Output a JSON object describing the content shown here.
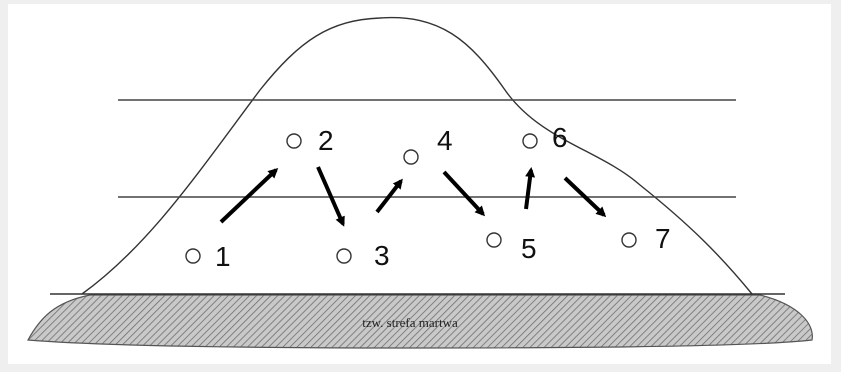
{
  "diagram": {
    "dead_zone_label": "tzw. strefa martwa",
    "points": [
      {
        "id": "p1",
        "label": "1"
      },
      {
        "id": "p2",
        "label": "2"
      },
      {
        "id": "p3",
        "label": "3"
      },
      {
        "id": "p4",
        "label": "4"
      },
      {
        "id": "p5",
        "label": "5"
      },
      {
        "id": "p6",
        "label": "6"
      },
      {
        "id": "p7",
        "label": "7"
      }
    ],
    "colors": {
      "outline": "#333333",
      "arrow": "#000000",
      "hatch": "#8a8a8a",
      "background": "#ffffff"
    }
  }
}
